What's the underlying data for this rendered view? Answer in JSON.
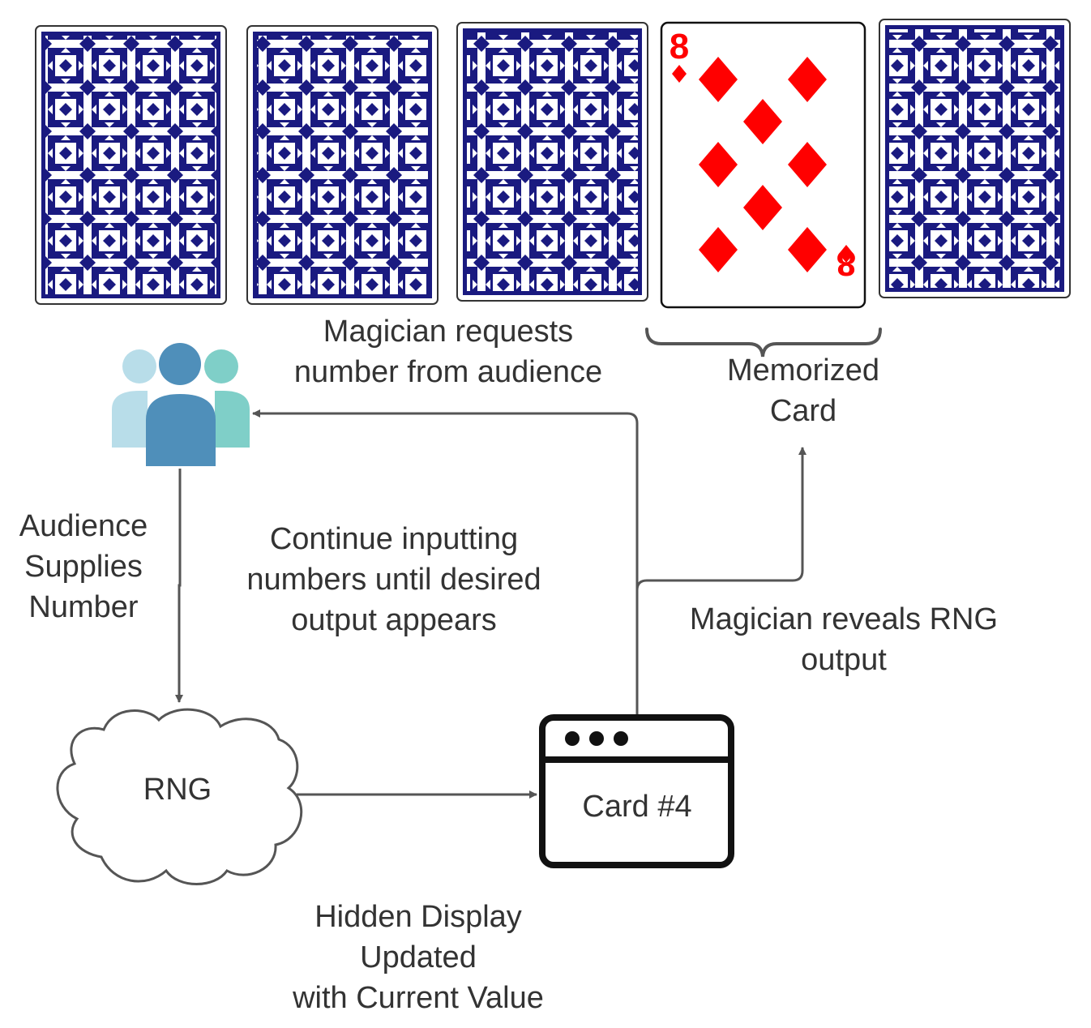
{
  "cards": [
    {
      "id": "card-1",
      "face": "back"
    },
    {
      "id": "card-2",
      "face": "back"
    },
    {
      "id": "card-3",
      "face": "back"
    },
    {
      "id": "card-4",
      "face": "front",
      "rank": "8",
      "suit": "diamond"
    },
    {
      "id": "card-5",
      "face": "back"
    }
  ],
  "colors": {
    "card_back": "#1a1a80",
    "suit_red": "#ff0000",
    "arrow": "#555555",
    "text": "#333333",
    "person_front": "#4f8fba",
    "person_left": "#b8dde9",
    "person_right": "#7fcfc8"
  },
  "labels": {
    "request_line1": "Magician requests",
    "request_line2": "number from audience",
    "memorized_line1": "Memorized",
    "memorized_line2": "Card",
    "audience_line1": "Audience",
    "audience_line2": "Supplies",
    "audience_line3": "Number",
    "continue_line1": "Continue inputting",
    "continue_line2": "numbers until desired",
    "continue_line3": "output appears",
    "reveal_line1": "Magician reveals RNG",
    "reveal_line2": "output",
    "hidden_line1": "Hidden Display",
    "hidden_line2": "Updated",
    "hidden_line3": "with Current Value"
  },
  "nodes": {
    "rng": "RNG",
    "display": "Card #4",
    "audience_icon": "people-group-icon"
  }
}
